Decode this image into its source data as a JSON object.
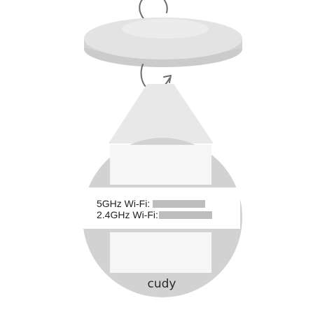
{
  "device": {
    "brand": "cudy"
  },
  "label": {
    "wifi_5g": "5GHz Wi-Fi:",
    "wifi_24g": "2.4GHz Wi-Fi:"
  },
  "colors": {
    "device_top": "#e3e3e3",
    "device_edge": "#cbcbcb",
    "beam": "#e8e8e8",
    "circle": "#d2d2d2",
    "panel": "#f6f6f6",
    "label_band": "#ffffff",
    "redaction": "#bdbdbd",
    "arrow": "#6b6b6b"
  },
  "icons": {
    "rotate": "rotate-arrow-icon"
  }
}
